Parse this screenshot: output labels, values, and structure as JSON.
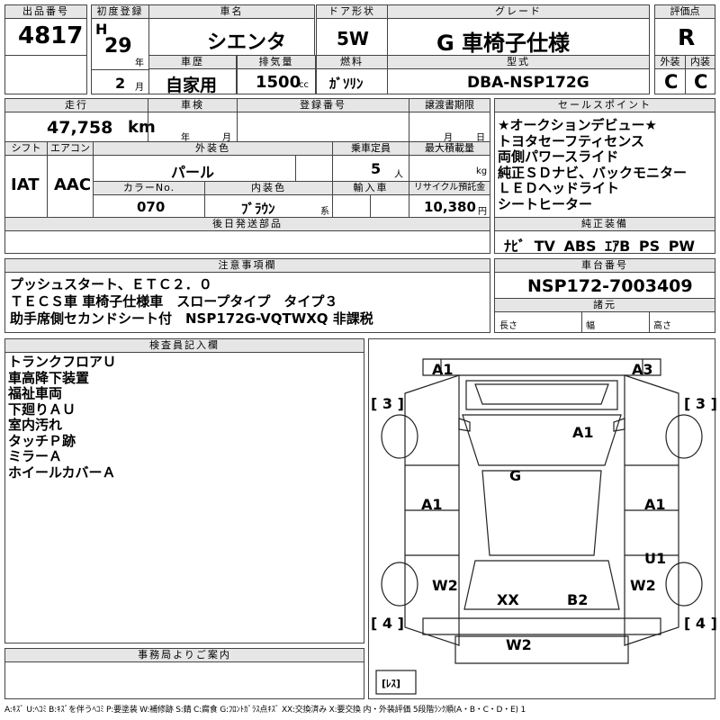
{
  "header": {
    "lot_label": "出品番号",
    "lot": "4817",
    "first_reg_label": "初度登録",
    "era": "H",
    "year": "29",
    "year_unit": "年",
    "month": "2",
    "month_unit": "月",
    "name_label": "車名",
    "name": "シエンタ",
    "door_label": "ドア形状",
    "door": "5W",
    "grade_label": "グレード",
    "grade": "G 車椅子仕様",
    "score_label": "評価点",
    "score": "R",
    "history_label": "車歴",
    "history": "自家用",
    "disp_label": "排気量",
    "disp": "1500",
    "disp_unit": "cc",
    "fuel_label": "燃料",
    "fuel": "ｶﾞｿﾘﾝ",
    "model_label": "型式",
    "model": "DBA-NSP172G",
    "ext_label": "外装",
    "ext": "C",
    "int_label": "内装",
    "int": "C"
  },
  "row2": {
    "mileage_label": "走行",
    "mileage": "47,758",
    "mileage_unit": "km",
    "inspection_label": "車検",
    "insp_year_unit": "年",
    "insp_month_unit": "月",
    "reg_no_label": "登録番号",
    "transfer_label": "譲渡書期限",
    "transfer_month_unit": "月",
    "transfer_day_unit": "日",
    "shift_label": "シフト",
    "shift": "IAT",
    "ac_label": "エアコン",
    "ac": "AAC",
    "color_label": "外装色",
    "color": "パール",
    "capacity_label": "乗車定員",
    "capacity": "5",
    "capacity_unit": "人",
    "load_label": "最大積載量",
    "load_unit": "kg",
    "color_no_label": "カラーNo.",
    "color_no": "070",
    "int_color_label": "内装色",
    "int_color": "ﾌﾞﾗｳﾝ",
    "int_color_unit": "系",
    "import_label": "輸入車",
    "recycle_label": "リサイクル預託金",
    "recycle": "10,380",
    "recycle_unit": "円",
    "later_label": "後日発送部品"
  },
  "sales": {
    "label": "セールスポイント",
    "items": [
      "★オークションデビュー★",
      "トヨタセーフティセンス",
      "両側パワースライド",
      "純正ＳＤナビ、バックモニター",
      "ＬＥＤヘッドライト",
      "シートヒーター"
    ],
    "equip_label": "純正装備",
    "equip": "ﾅﾋﾞ TV ABS ｴｱB PS PW"
  },
  "notes": {
    "label": "注意事項欄",
    "lines": [
      "プッシュスタート、ＥＴＣ２．０",
      "ＴＥＣＳ車 車椅子仕様車　スロープタイプ　タイプ３",
      "助手席側セカンドシート付　NSP172G-VQTWXQ 非課税"
    ]
  },
  "chassis": {
    "label": "車台番号",
    "value": "NSP172-7003409",
    "spec_label": "諸元",
    "len_label": "長さ",
    "width_label": "幅",
    "height_label": "高さ"
  },
  "inspector": {
    "label": "検査員記入欄",
    "items": [
      "トランクフロアＵ",
      "車高降下装置",
      "福祉車両",
      "下廻りＡＵ",
      "室内汚れ",
      "タッチＰ跡",
      "ミラーＡ",
      "ホイールカバーＡ"
    ]
  },
  "diagram": {
    "marks": [
      "A1",
      "A3",
      "[ 3 ]",
      "[ 3 ]",
      "A1",
      "G",
      "A1",
      "A1",
      "U1",
      "W2",
      "W2",
      "XX",
      "B2",
      "W2",
      "[ 4 ]",
      "[ 4 ]",
      "[ﾚｽ]"
    ]
  },
  "office": {
    "label": "事務局よりご案内"
  },
  "legend": "A:ｷｽﾞ U:ﾍｺﾐ B:ｷｽﾞを伴うﾍｺﾐ P:要塗装 W:補修跡 S:錆 C:腐食 G:ﾌﾛﾝﾄｶﾞﾗｽ点ｷｽﾞ XX:交換済み X:要交換 内・外装評価 5段階ﾗﾝｸ順(A・B・C・D・E) 1"
}
